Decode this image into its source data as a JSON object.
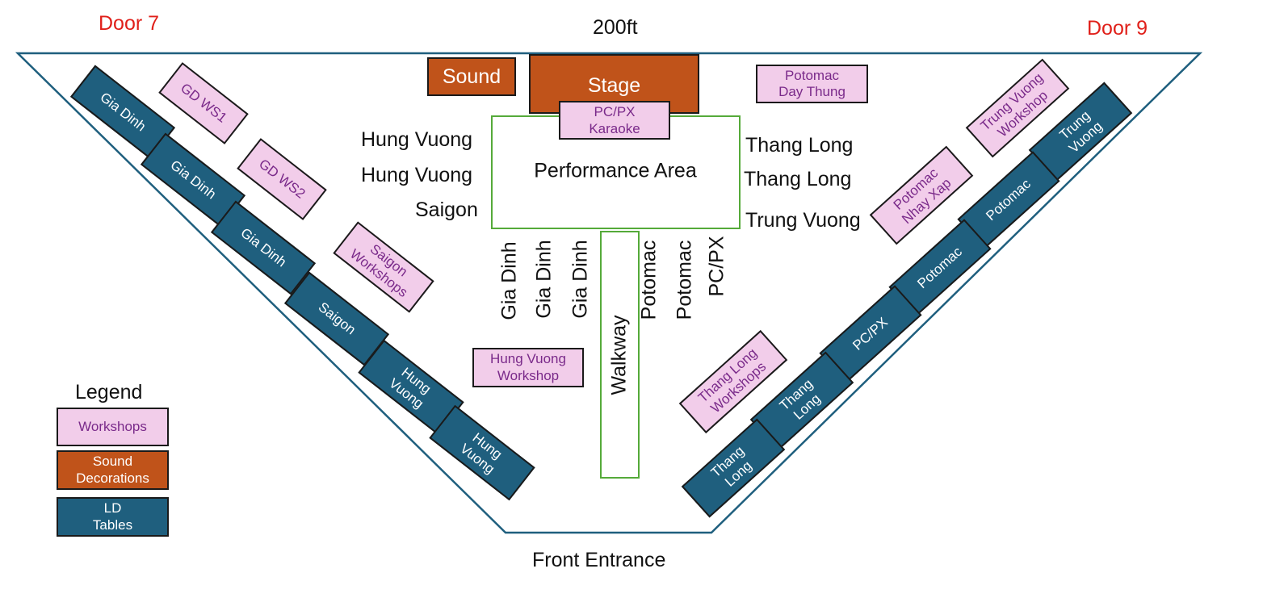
{
  "header": {
    "width_label": "200ft",
    "door_left": "Door 7",
    "door_right": "Door 9"
  },
  "front_label": "Front Entrance",
  "areas": {
    "sound": "Sound",
    "stage": "Stage",
    "karaoke": {
      "line1": "PC/PX",
      "line2": "Karaoke"
    },
    "performance": "Performance Area",
    "walkway": "Walkway"
  },
  "performance_side_labels": {
    "left": [
      "Hung Vuong",
      "Hung Vuong",
      "Saigon"
    ],
    "right": [
      "Thang Long",
      "Thang Long",
      "Trung Vuong"
    ],
    "below": [
      "Gia Dinh",
      "Gia Dinh",
      "Gia Dinh",
      "Potomac",
      "Potomac",
      "PC/PX"
    ]
  },
  "workshops": {
    "gd_ws1": "GD WS1",
    "gd_ws2": "GD WS2",
    "saigon": {
      "line1": "Saigon",
      "line2": "Workshops"
    },
    "hung_vuong": {
      "line1": "Hung Vuong",
      "line2": "Workshop"
    },
    "potomac_day_thung": {
      "line1": "Potomac",
      "line2": "Day Thung"
    },
    "trung_vuong": {
      "line1": "Trung Vuong",
      "line2": "Workshop"
    },
    "potomac_nhay_xap": {
      "line1": "Potomac",
      "line2": "Nhay Xap"
    },
    "thang_long": {
      "line1": "Thang Long",
      "line2": "Workshops"
    }
  },
  "ld_tables_left": [
    {
      "line1": "Gia Dinh",
      "line2": ""
    },
    {
      "line1": "Gia Dinh",
      "line2": ""
    },
    {
      "line1": "Gia Dinh",
      "line2": ""
    },
    {
      "line1": "Saigon",
      "line2": ""
    },
    {
      "line1": "Hung",
      "line2": "Vuong"
    },
    {
      "line1": "Hung",
      "line2": "Vuong"
    }
  ],
  "ld_tables_right": [
    {
      "line1": "Trung",
      "line2": "Vuong"
    },
    {
      "line1": "Potomac",
      "line2": ""
    },
    {
      "line1": "Potomac",
      "line2": ""
    },
    {
      "line1": "PC/PX",
      "line2": ""
    },
    {
      "line1": "Thang",
      "line2": "Long"
    },
    {
      "line1": "Thang",
      "line2": "Long"
    }
  ],
  "legend": {
    "title": "Legend",
    "workshops": "Workshops",
    "sound": {
      "line1": "Sound",
      "line2": "Decorations"
    },
    "ld": {
      "line1": "LD",
      "line2": "Tables"
    }
  },
  "colors": {
    "workshop_fill": "#f2cdea",
    "workshop_text": "#7a2a8a",
    "ld_fill": "#1f5f7e",
    "sound_fill": "#c0531a",
    "area_border": "#55aa3a",
    "door_text": "#e0201a",
    "outline": "#1f5f7e"
  }
}
